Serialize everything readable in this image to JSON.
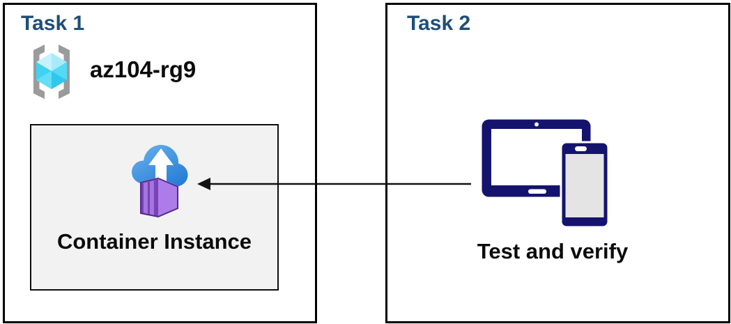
{
  "diagram": {
    "task1": {
      "title": "Task 1",
      "resource_group_name": "az104-rg9",
      "container_instance_label": "Container Instance"
    },
    "task2": {
      "title": "Task 2",
      "devices_label": "Test and verify"
    },
    "arrow": {
      "from": "task2-devices",
      "to": "task1-container-instance",
      "direction": "left",
      "style": "solid"
    },
    "icons": {
      "resource_group": "resource-group-icon",
      "container_instance": "container-instance-icon",
      "devices": "tablet-phone-icon",
      "arrow": "arrow-left-icon"
    },
    "colors": {
      "title_blue": "#1F4E79",
      "text_black": "#0B0B0B",
      "box_border": "#000000",
      "container_box_bg": "#F2F2F2",
      "device_navy": "#14146E",
      "device_screen_white": "#FFFFFF",
      "device_screen_gray": "#E4E4E4",
      "cloud_blue_light": "#63ACEC",
      "cloud_blue_dark": "#1E78D2",
      "container_purple_front": "#AC7DE8",
      "container_purple_side": "#7A41B8",
      "container_purple_stripe": "#A475DC",
      "container_purple_outline": "#54278F",
      "cube_cyan_pale": "#B9EEFA",
      "cube_cyan_bright": "#55D9F5",
      "cube_cyan_deep": "#2EC8EE",
      "bracket_gray": "#9B9B9B"
    }
  }
}
